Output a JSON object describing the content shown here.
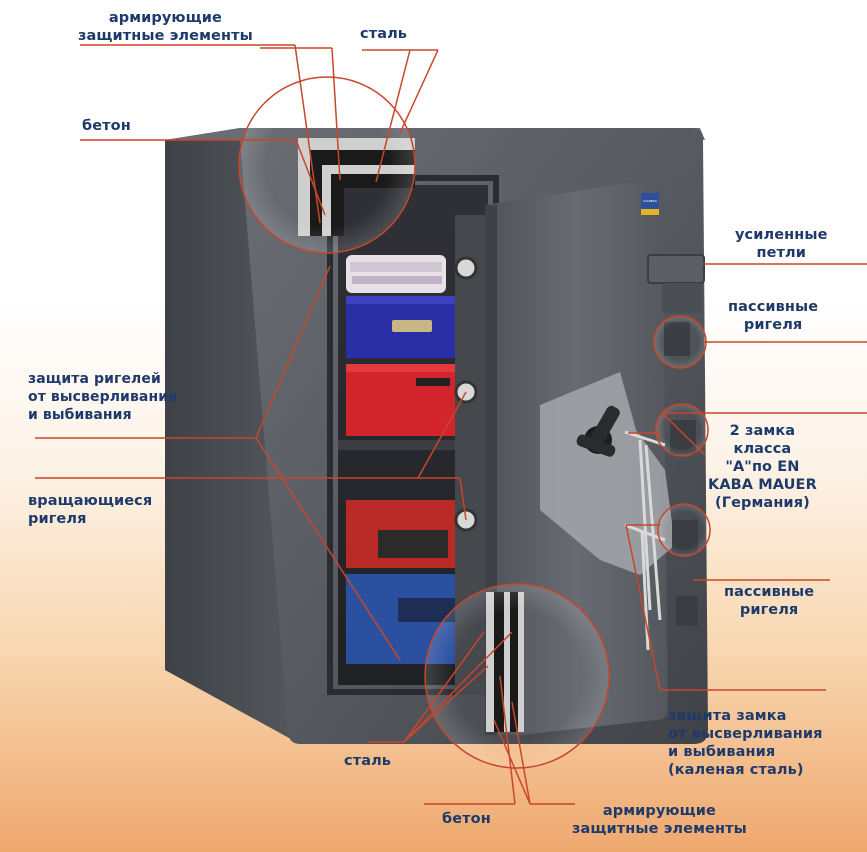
{
  "labels": {
    "reinforcing_top": "армирующие\nзащитные элементы",
    "steel_top": "сталь",
    "concrete_top": "бетон",
    "bolt_protection": "защита ригелей\nот высверливания\nи выбивания",
    "rotating_bolts": "вращающиеся\nригеля",
    "hinges": "усиленные\nпетли",
    "passive_bolts_top": "пассивные\nригеля",
    "locks": "2 замка\nкласса\n\"A\"по EN\nKABA MAUER\n(Германия)",
    "passive_bolts_bottom": "пассивные\nригеля",
    "lock_protection": "защита замка\nот высверливания\nи выбивания\n(каленая сталь)",
    "steel_bottom": "сталь",
    "concrete_bottom": "бетон",
    "reinforcing_bottom": "армирующие\nзащитные элементы"
  },
  "door_badge": "VALBERG",
  "colors": {
    "label_text": "#1e3a6b",
    "leader_line": "#c8462a",
    "safe_body": "#55595f",
    "background_bottom": "#efa86e"
  }
}
